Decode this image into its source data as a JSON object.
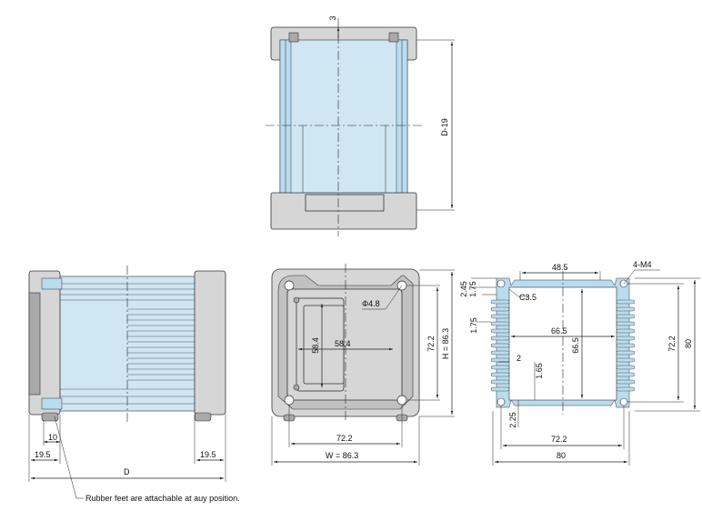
{
  "top_view": {
    "d_label": "3",
    "side_label": "D-19"
  },
  "side_view": {
    "label_10": "10",
    "label_left": "19.5",
    "label_right": "19.5",
    "label_d": "D"
  },
  "front_view": {
    "dia_label": "Φ4.8",
    "inner_v": "58.4",
    "inner_h": "58.4",
    "v_722": "72.2",
    "h_label": "H = 86.3",
    "h_722": "72.2",
    "w_label": "W = 86.3"
  },
  "profile_view": {
    "top_width": "48.5",
    "screw": "4-M4",
    "d245": "2.45",
    "d175a": "1.75",
    "c35": "C3.5",
    "d175b": "1.75",
    "inner_w": "66.5",
    "inner_h": "66.5",
    "d2": "2",
    "d165": "1.65",
    "d225": "2.25",
    "right_722": "72.2",
    "right_80": "80",
    "bottom_722": "72.2",
    "bottom_80": "80"
  },
  "note": "Rubber feet are attachable at auy position."
}
